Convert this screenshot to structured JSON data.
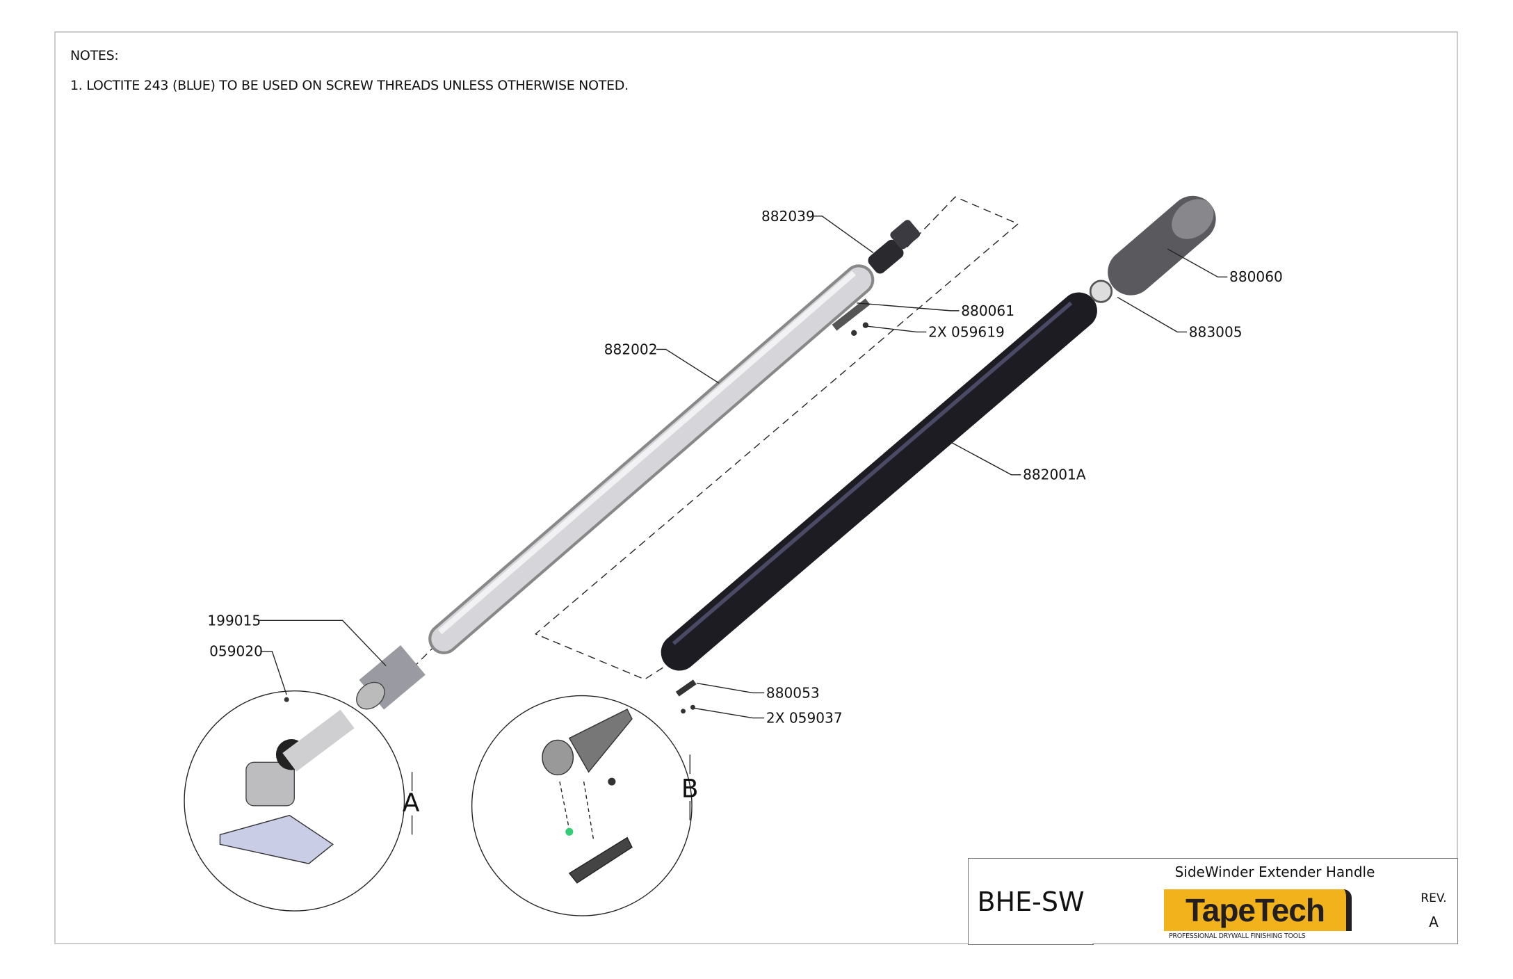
{
  "notes": {
    "heading": "NOTES:",
    "items": [
      "1.  LOCTITE 243 (BLUE) TO BE USED ON SCREW THREADS UNLESS OTHERWISE NOTED."
    ]
  },
  "callouts": {
    "p882039": "882039",
    "p882002": "882002",
    "p880061": "880061",
    "p059619": "2X 059619",
    "p880060": "880060",
    "p883005": "883005",
    "p882001A": "882001A",
    "p199015": "199015",
    "p059020": "059020",
    "p880053": "880053",
    "p059037": "2X 059037",
    "detailA": "A",
    "detailB": "B"
  },
  "title_block": {
    "part_number": "BHE-SW",
    "title": "SideWinder Extender Handle",
    "rev_label": "REV.",
    "rev_value": "A",
    "logo_text": "TapeTech",
    "logo_tagline": "PROFESSIONAL DRYWALL FINISHING TOOLS"
  },
  "colors": {
    "logo_yellow": "#F2B21B",
    "logo_black": "#231F20",
    "tube_black": "#1c1c22",
    "tube_gray": "#c8c8cc"
  }
}
